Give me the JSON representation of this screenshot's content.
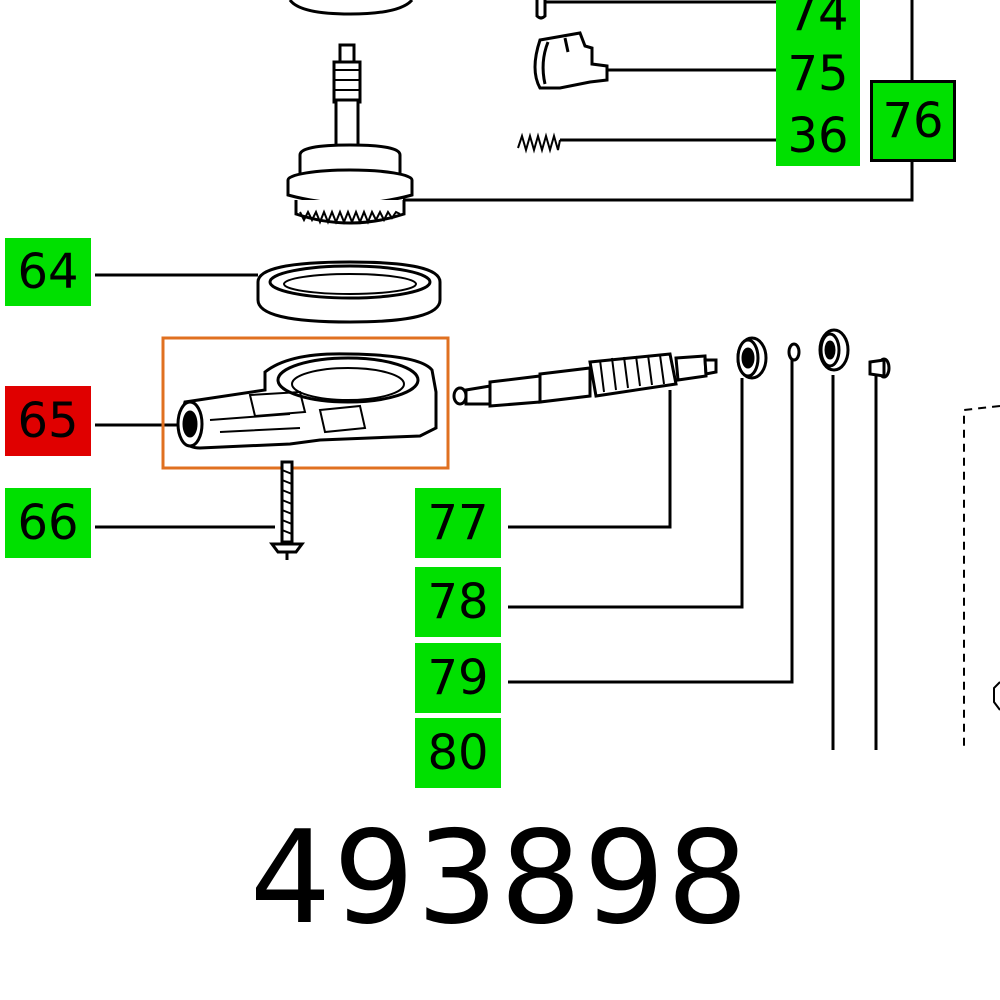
{
  "labels": {
    "l74": "74",
    "l75": "75",
    "l36": "36",
    "l76": "76",
    "l64": "64",
    "l65": "65",
    "l66": "66",
    "l77": "77",
    "l78": "78",
    "l79": "79",
    "l80": "80"
  },
  "part_number": "493898",
  "colors": {
    "label_default": "#00e000",
    "label_highlight": "#e00000",
    "selection_frame": "#e07020"
  }
}
